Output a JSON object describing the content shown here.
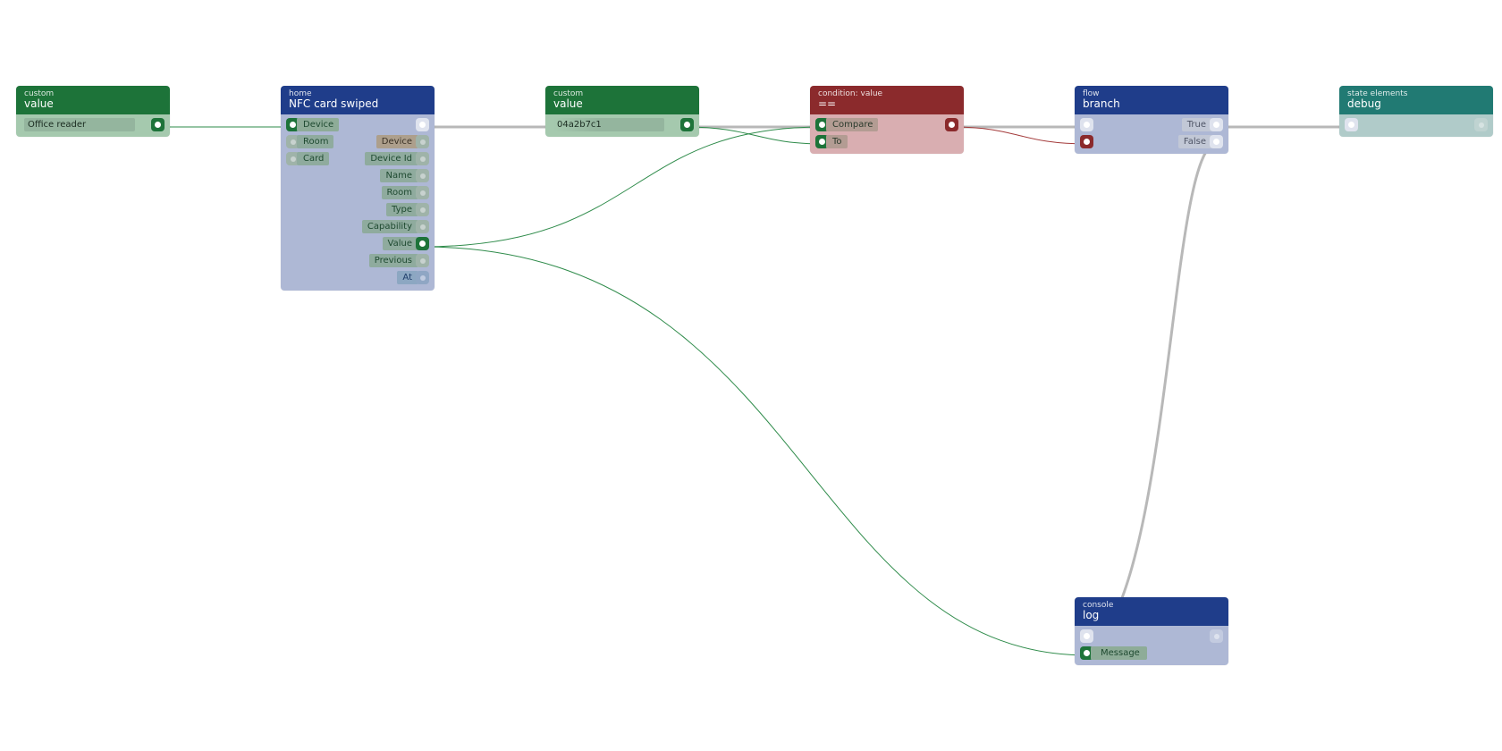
{
  "nodes": {
    "value_office": {
      "category": "custom",
      "title": "value",
      "value": "Office reader",
      "color": "#1d7339"
    },
    "nfc": {
      "category": "home",
      "title": "NFC card swiped",
      "color": "#1f3d8a",
      "inputs": [
        "Device",
        "Room",
        "Card"
      ],
      "outputs": [
        "Device",
        "Device Id",
        "Name",
        "Room",
        "Type",
        "Capability",
        "Value",
        "Previous",
        "At"
      ]
    },
    "value_card": {
      "category": "custom",
      "title": "value",
      "value": "04a2b7c1",
      "color": "#1d7339"
    },
    "condition": {
      "category": "condition: value",
      "title": "==",
      "color": "#8b2a2c",
      "inputs": [
        "Compare",
        "To"
      ]
    },
    "branch": {
      "category": "flow",
      "title": "branch",
      "color": "#1f3d8a",
      "outputs": [
        "True",
        "False"
      ]
    },
    "debug": {
      "category": "state elements",
      "title": "debug",
      "color": "#217a73"
    },
    "log": {
      "category": "console",
      "title": "log",
      "color": "#1f3d8a",
      "inputs": [
        "Message"
      ]
    }
  },
  "colors": {
    "data_wire": "#2e8b4a",
    "flow_wire": "#b8b8b8",
    "condition_wire": "#a33a3a"
  }
}
